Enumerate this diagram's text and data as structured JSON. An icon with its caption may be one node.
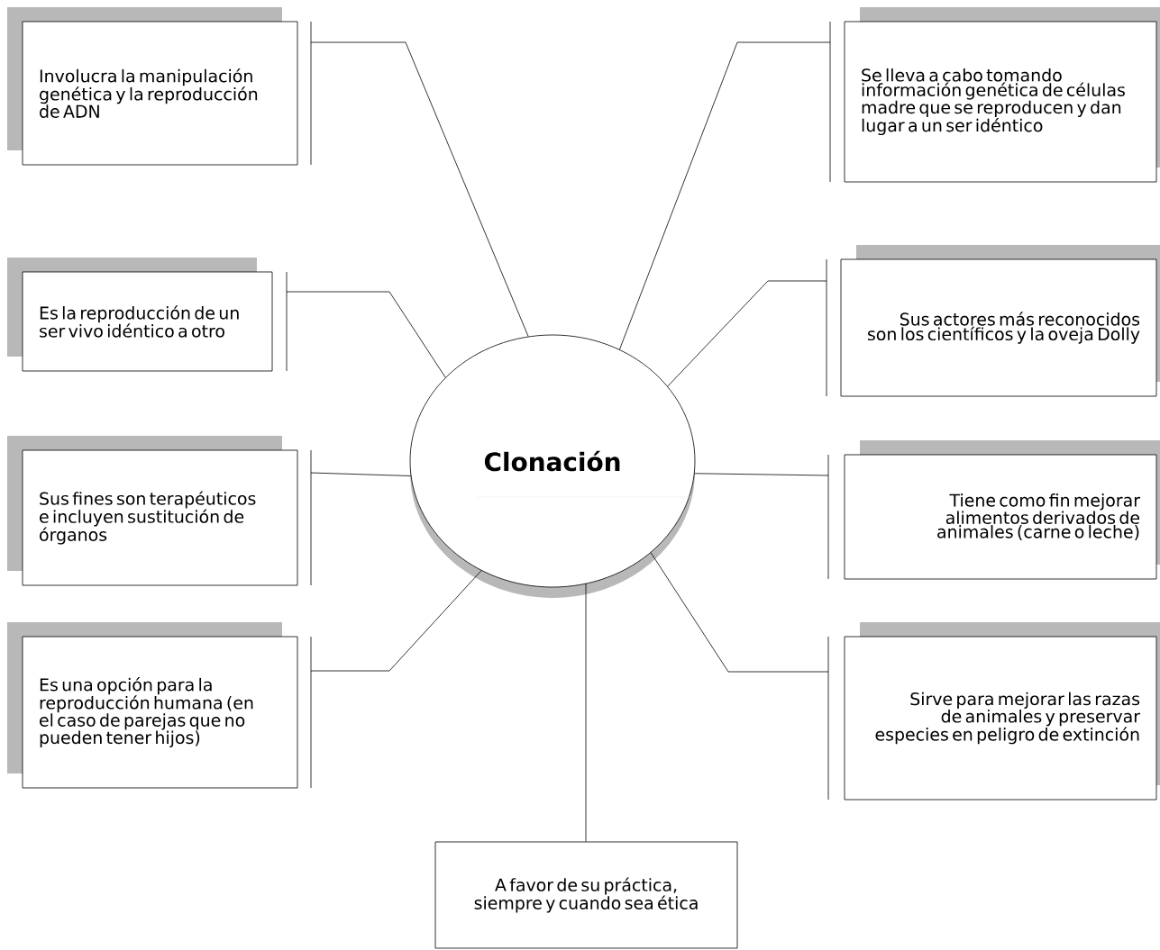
{
  "diagram": {
    "nodes": [
      {
        "text": [
          "Clonación"
        ]
      },
      {
        "text": [
          "Involucra la manipulación genética y la reproducción de ADN"
        ]
      },
      {
        "text": [
          "Se lleva a cabo tomando información genética de células madre que se reproducen y dan lugar a un ser idéntico"
        ]
      },
      {
        "text": [
          "Es la reproducción de un ser vivo idéntico a otro"
        ]
      },
      {
        "text": [
          "Sus actores más reconocidos son los científicos y la oveja Dolly"
        ]
      },
      {
        "text": [
          "Sus fines son terapéuticos e incluyen sustitución de órganos"
        ]
      },
      {
        "text": [
          "Tiene como fin mejorar alimentos derivados de animales (carne o leche)"
        ]
      },
      {
        "text": [
          "Es una opción para la reproducción humana (en el caso de parejas que no pueden tener hijos)"
        ]
      },
      {
        "text": [
          "Sirve para mejorar las razas de animales y preservar especies en peligro de extinción"
        ]
      },
      {
        "text": [
          "A favor de su práctica, siempre y cuando sea ética"
        ]
      }
    ],
    "edges": [
      {
        "from": 0,
        "to": 1,
        "arrow": "none"
      },
      {
        "from": 0,
        "to": 2,
        "arrow": "none"
      },
      {
        "from": 0,
        "to": 3,
        "arrow": "none"
      },
      {
        "from": 0,
        "to": 4,
        "arrow": "none"
      },
      {
        "from": 0,
        "to": 5,
        "arrow": "none"
      },
      {
        "from": 0,
        "to": 6,
        "arrow": "none"
      },
      {
        "from": 0,
        "to": 7,
        "arrow": "none"
      },
      {
        "from": 0,
        "to": 8,
        "arrow": "none"
      },
      {
        "from": 0,
        "to": 9,
        "arrow": "none"
      }
    ]
  }
}
